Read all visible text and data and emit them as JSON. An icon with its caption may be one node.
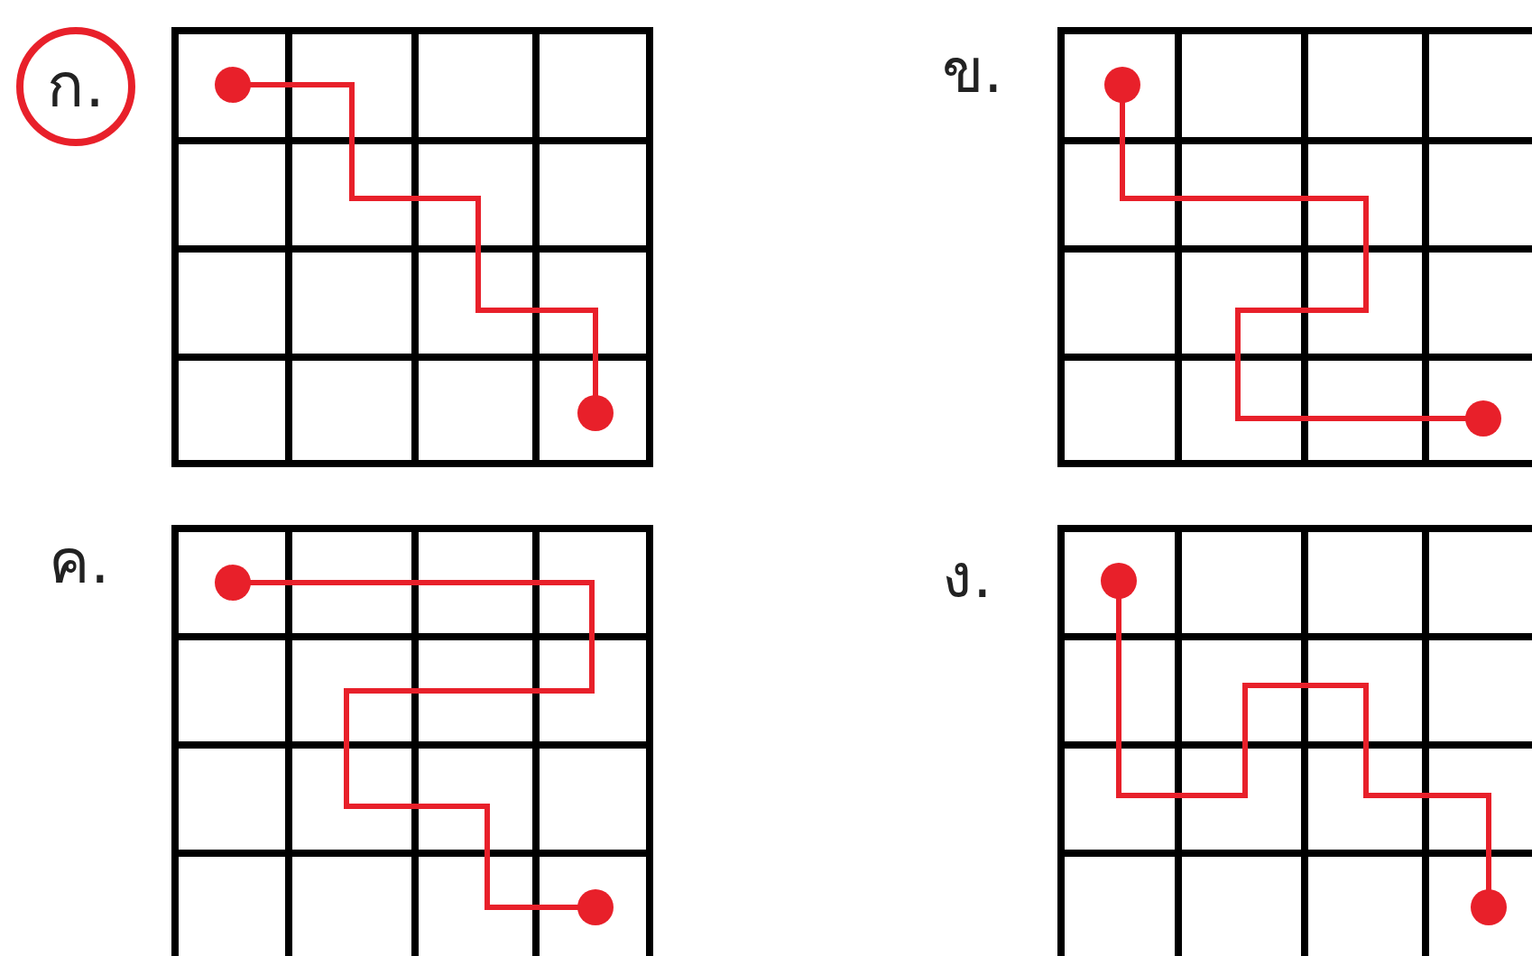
{
  "diagram": {
    "nodes": [
      {
        "text": [
          "ก."
        ]
      }
    ],
    "labels": [
      "ข.",
      "ค.",
      "ง."
    ]
  }
}
